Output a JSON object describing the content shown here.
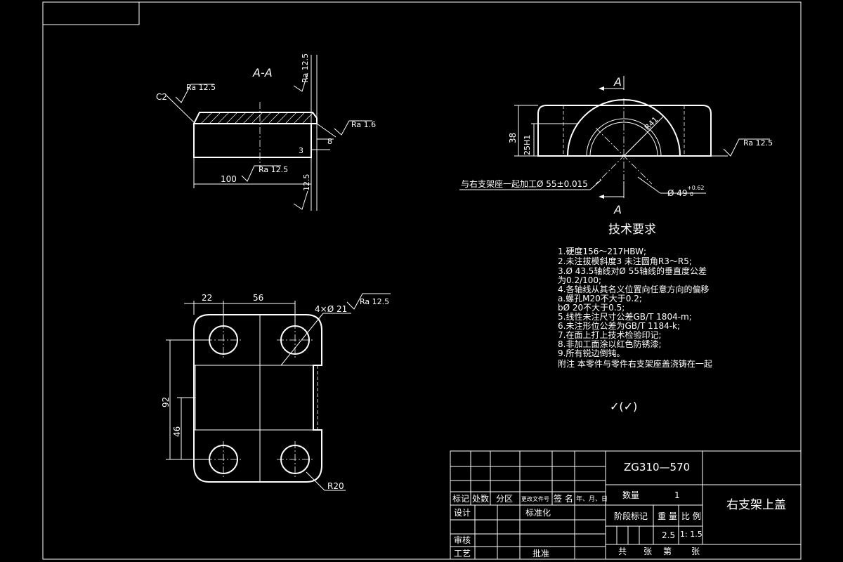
{
  "section_view": {
    "title": "A-A",
    "chamfer": "C2",
    "roughness_top": "Ra 12.5",
    "roughness_right_top": "Ra 12.5",
    "roughness_right_top_prefix": "Ra",
    "roughness_right": "Ra 1.6",
    "roughness_bottom": "Ra 12.5",
    "roughness_right_bottom": "12.5",
    "roughness_right_bottom_prefix": "Ra",
    "dim_width": "100",
    "dim_3": "3",
    "dim_8": "8"
  },
  "front_view": {
    "section_label_top": "A",
    "section_label_bottom": "A",
    "dim_height": "38",
    "dim_inner": "25H1",
    "radius": "R41",
    "roughness": "Ra 12.5",
    "note_bore": "与右支架座一起加工Ø 55±0.015",
    "bore_dia": "Ø 49",
    "bore_tol_upper": "+0.62",
    "bore_tol_lower": "0"
  },
  "top_view": {
    "dim_22": "22",
    "dim_56": "56",
    "holes": "4×Ø 21",
    "roughness": "Ra 12.5",
    "dim_92": "92",
    "dim_46": "46",
    "corner_radius": "R20"
  },
  "tech_req": {
    "title": "技术要求",
    "lines": [
      "1.硬度156～217HBW;",
      "2.未注拔模斜度3 未注圆角R3～R5;",
      "3.Ø 43.5轴线对Ø 55轴线的垂直度公差",
      "  为0.2/100;",
      "4.各轴线从其名义位置向任意方向的偏移",
      "  a.螺孔M20不大于0.2;",
      "  bØ 20不大于0.5;",
      "5.线性未注尺寸公差GB/T 1804-m;",
      "6.未注形位公差为GB/T 1184-k;",
      "7.在面上打上技术检验印记;",
      "8.非加工面涂以红色防锈漆;",
      "9.所有锐边倒钝。",
      "附注   本零件与零件右支架座盖浇铸在一起"
    ],
    "roughness_symbol": "✓(✓)"
  },
  "title_block": {
    "material": "ZG310—570",
    "part_name": "右支架上盖",
    "quantity_label": "数量",
    "quantity": "1",
    "stage_label": "阶段标记",
    "weight_label": "重 量",
    "scale_label": "比 例",
    "weight": "2.5",
    "scale": "1: 1.5",
    "total_label": "共",
    "sheet_label_1": "张",
    "sheet_label_2": "第",
    "sheet_label_3": "张",
    "rev_mark": "标记",
    "rev_count": "处数",
    "rev_zone": "分区",
    "rev_doc": "更改文件号",
    "rev_sign": "签 名",
    "rev_date": "年、月、日",
    "design": "设计",
    "standard": "标准化",
    "check": "审核",
    "process": "工艺",
    "approve": "批准"
  }
}
